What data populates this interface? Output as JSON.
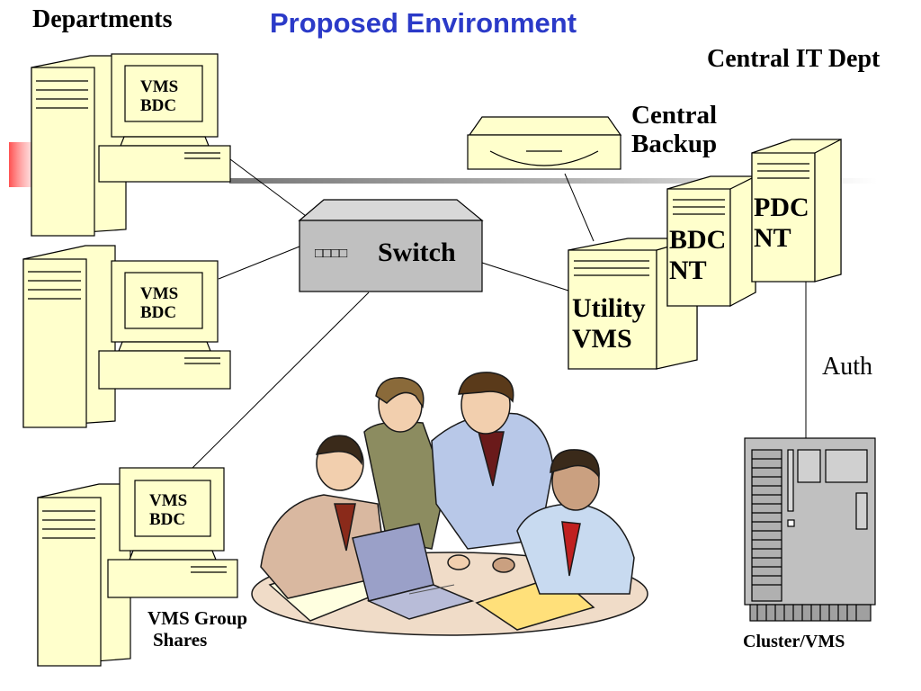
{
  "slide": {
    "title": "Proposed Environment",
    "departments_label": "Departments",
    "central_it_label": "Central IT Dept"
  },
  "nodes": {
    "dept_pc_1": {
      "line1": "VMS",
      "line2": "BDC"
    },
    "dept_pc_2": {
      "line1": "VMS",
      "line2": "BDC"
    },
    "dept_pc_3": {
      "line1": "VMS",
      "line2": "BDC"
    },
    "switch": {
      "label": "Switch",
      "glyphs": "□□□□"
    },
    "central_backup": {
      "line1": "Central",
      "line2": "Backup"
    },
    "utility_server": {
      "line1": "Utility",
      "line2": "VMS"
    },
    "bdc_server": {
      "line1": "BDC",
      "line2": "NT"
    },
    "pdc_server": {
      "line1": "PDC",
      "line2": "NT"
    },
    "cluster": {
      "label": "Cluster/VMS"
    }
  },
  "annotations": {
    "auth": "Auth",
    "group_shares_line1": "VMS Group",
    "group_shares_line2": "Shares"
  },
  "colors": {
    "device_fill": "#ffffcc",
    "switch_fill": "#c0c0c0",
    "cluster_fill": "#c0c0c0",
    "title_color": "#2b3ac8",
    "accent_red": "#ff6060"
  }
}
